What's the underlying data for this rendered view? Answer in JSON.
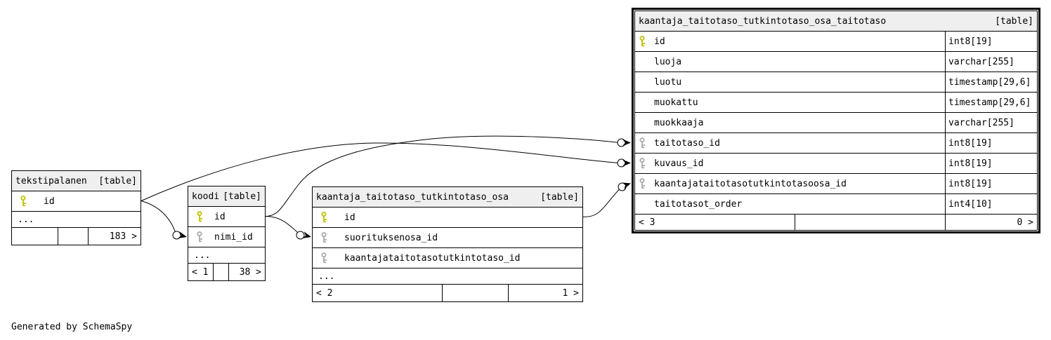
{
  "note": "Generated by SchemaSpy",
  "colors": {
    "border": "#000000",
    "header_bg": "#efefef",
    "pk_key": "#c0c000",
    "fk_key": "#aaaaaa",
    "canvas_bg": "#ffffff"
  },
  "tables": [
    {
      "name": "tekstipalanen",
      "badge": "[table]",
      "columns": [
        {
          "name": "id",
          "key": "pk"
        }
      ],
      "more": "...",
      "footer": {
        "left": "",
        "mid": "",
        "right": "183 >"
      }
    },
    {
      "name": "koodi",
      "badge": "[table]",
      "columns": [
        {
          "name": "id",
          "key": "pk"
        },
        {
          "name": "nimi_id",
          "key": "fk"
        }
      ],
      "more": "...",
      "footer": {
        "left": "< 1",
        "mid": "",
        "right": "38 >"
      }
    },
    {
      "name": "kaantaja_taitotaso_tutkintotaso_osa",
      "badge": "[table]",
      "columns": [
        {
          "name": "id",
          "key": "pk"
        },
        {
          "name": "suorituksenosa_id",
          "key": "fk"
        },
        {
          "name": "kaantajataitotasotutkintotaso_id",
          "key": "fk"
        }
      ],
      "more": "...",
      "footer": {
        "left": "< 2",
        "mid": "",
        "right": "1 >"
      }
    },
    {
      "name": "kaantaja_taitotaso_tutkintotaso_osa_taitotaso",
      "badge": "[table]",
      "emphasized": true,
      "columns": [
        {
          "name": "id",
          "type": "int8[19]",
          "key": "pk"
        },
        {
          "name": "luoja",
          "type": "varchar[255]",
          "key": ""
        },
        {
          "name": "luotu",
          "type": "timestamp[29,6]",
          "key": ""
        },
        {
          "name": "muokattu",
          "type": "timestamp[29,6]",
          "key": ""
        },
        {
          "name": "muokkaaja",
          "type": "varchar[255]",
          "key": ""
        },
        {
          "name": "taitotaso_id",
          "type": "int8[19]",
          "key": "fk"
        },
        {
          "name": "kuvaus_id",
          "type": "int8[19]",
          "key": "fk"
        },
        {
          "name": "kaantajataitotasotutkintotasoosa_id",
          "type": "int8[19]",
          "key": "fk"
        },
        {
          "name": "taitotasot_order",
          "type": "int4[10]",
          "key": ""
        }
      ],
      "footer": {
        "left": "< 3",
        "mid": "",
        "right": "0 >"
      }
    }
  ],
  "relationships": [
    {
      "child": "kaantaja_taitotaso_tutkintotaso_osa_taitotaso.taitotaso_id",
      "parent": "koodi.id"
    },
    {
      "child": "kaantaja_taitotaso_tutkintotaso_osa_taitotaso.kuvaus_id",
      "parent": "tekstipalanen.id"
    },
    {
      "child": "kaantaja_taitotaso_tutkintotaso_osa_taitotaso.kaantajataitotasotutkintotasoosa_id",
      "parent": "kaantaja_taitotaso_tutkintotaso_osa.id"
    },
    {
      "child": "koodi.nimi_id",
      "parent": "tekstipalanen.id"
    },
    {
      "child": "kaantaja_taitotaso_tutkintotaso_osa.suorituksenosa_id",
      "parent": "koodi.id"
    }
  ]
}
